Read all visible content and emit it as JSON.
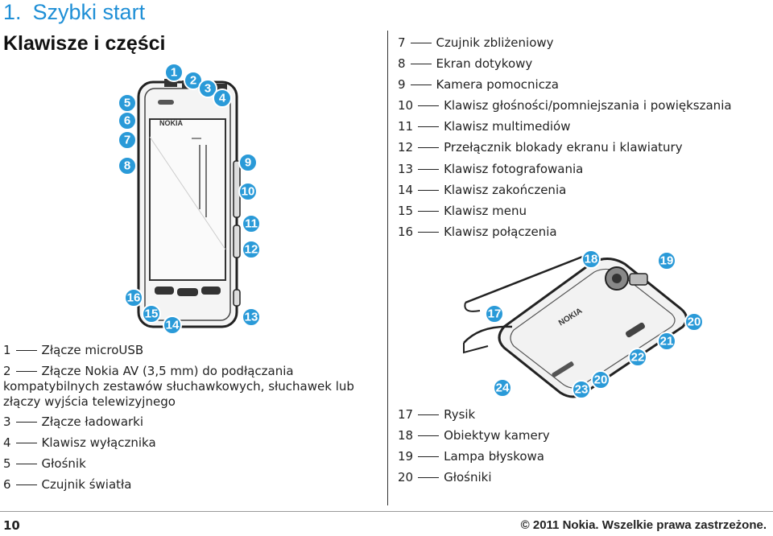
{
  "header": {
    "chapter_number": "1.",
    "chapter_title": "Szybki start",
    "section_title": "Klawisze i części"
  },
  "parts_top_right": [
    {
      "num": "7",
      "label": "Czujnik zbliżeniowy"
    },
    {
      "num": "8",
      "label": "Ekran dotykowy"
    },
    {
      "num": "9",
      "label": "Kamera pomocnicza"
    },
    {
      "num": "10",
      "label": "Klawisz głośności/pomniejszania i powiększania"
    },
    {
      "num": "11",
      "label": "Klawisz multimediów"
    },
    {
      "num": "12",
      "label": "Przełącznik blokady ekranu i klawiatury"
    },
    {
      "num": "13",
      "label": "Klawisz fotografowania"
    },
    {
      "num": "14",
      "label": "Klawisz zakończenia"
    },
    {
      "num": "15",
      "label": "Klawisz menu"
    },
    {
      "num": "16",
      "label": "Klawisz połączenia"
    }
  ],
  "parts_left": [
    {
      "num": "1",
      "label": "Złącze microUSB"
    },
    {
      "num": "2",
      "label": "Złącze Nokia AV (3,5 mm) do podłączania kompatybilnych zestawów słuchawkowych, słuchawek lub złączy wyjścia telewizyjnego"
    },
    {
      "num": "3",
      "label": "Złącze ładowarki"
    },
    {
      "num": "4",
      "label": "Klawisz wyłącznika"
    },
    {
      "num": "5",
      "label": "Głośnik"
    },
    {
      "num": "6",
      "label": "Czujnik światła"
    }
  ],
  "parts_bottom_right": [
    {
      "num": "17",
      "label": "Rysik"
    },
    {
      "num": "18",
      "label": "Obiektyw kamery"
    },
    {
      "num": "19",
      "label": "Lampa błyskowa"
    },
    {
      "num": "20",
      "label": "Głośniki"
    }
  ],
  "front_callouts": [
    "1",
    "2",
    "3",
    "4",
    "5",
    "6",
    "7",
    "8",
    "9",
    "10",
    "11",
    "12",
    "13",
    "14",
    "15",
    "16"
  ],
  "back_callouts": [
    "17",
    "18",
    "19",
    "20",
    "21",
    "22",
    "20",
    "23",
    "24"
  ],
  "brand_front": "NOKIA",
  "brand_back": "NOKIA",
  "footer": {
    "page_number": "10",
    "copyright": "© 2011 Nokia. Wszelkie prawa zastrzeżone."
  },
  "colors": {
    "heading_blue": "#1f8fd6",
    "callout_blue": "#2a9ad8"
  }
}
